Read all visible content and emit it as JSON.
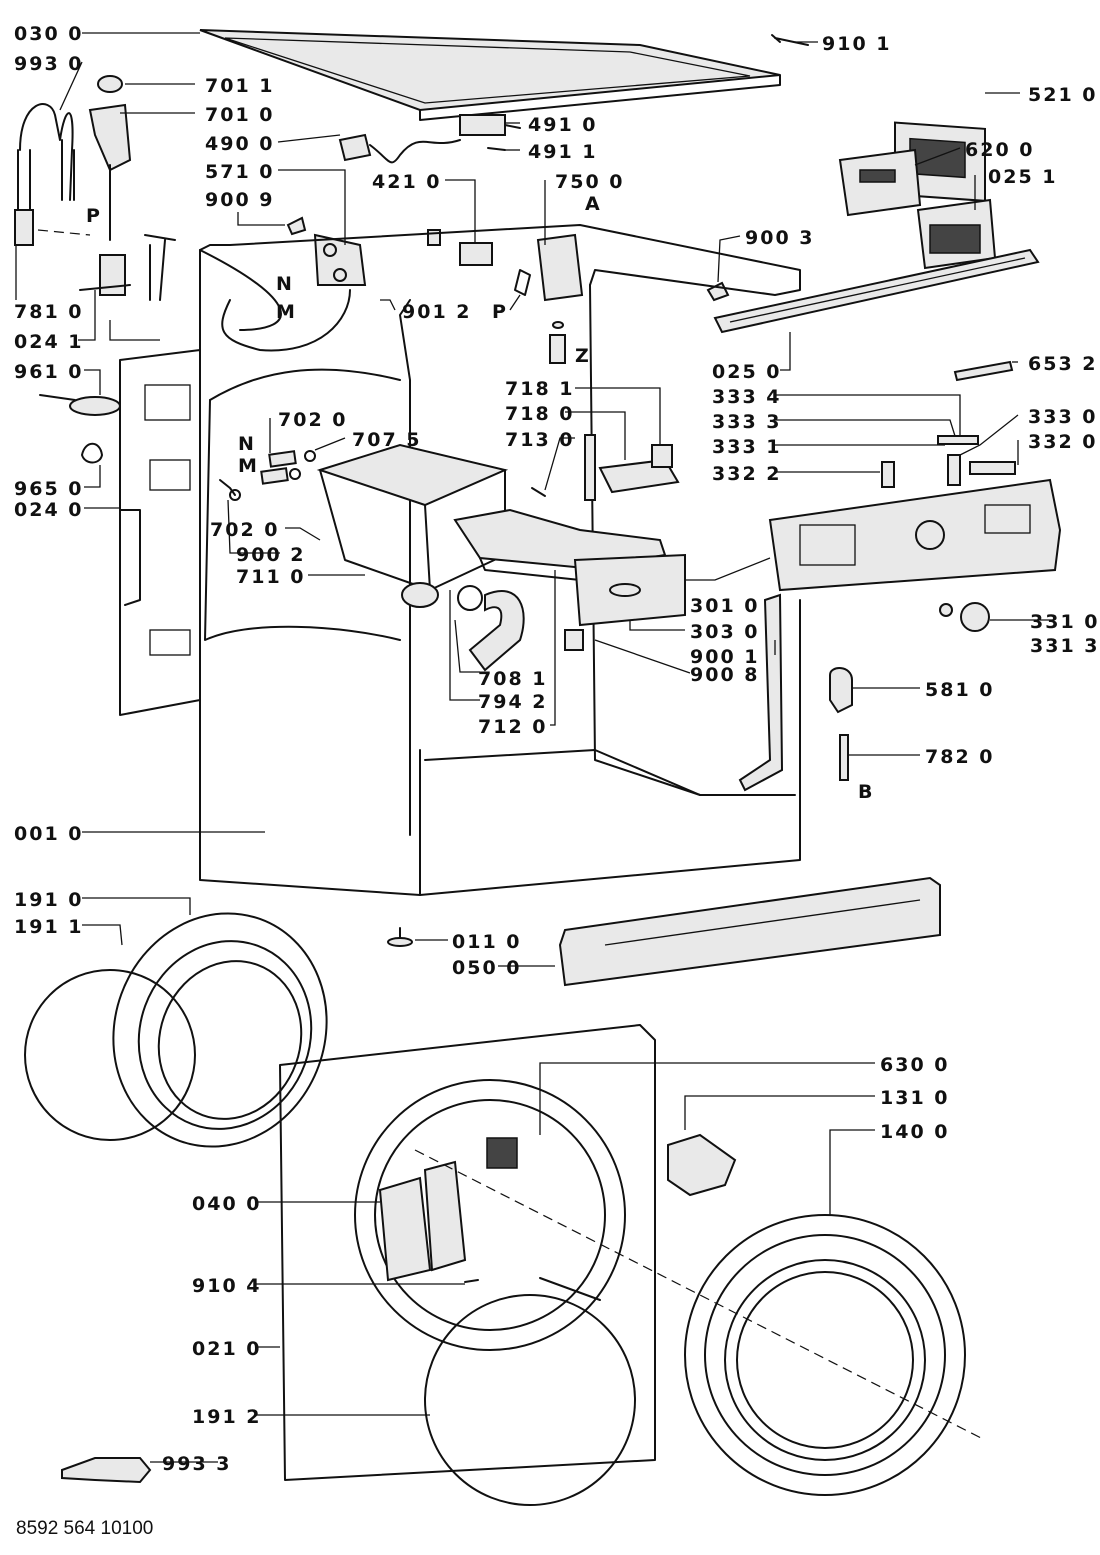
{
  "doc_code": "8592 564 10100",
  "labels": {
    "l0300": "030 0",
    "l9930": "993 0",
    "l7011": "701 1",
    "l7010": "701 0",
    "l4900": "490 0",
    "l5710": "571 0",
    "l9009": "900 9",
    "l4210": "421 0",
    "l7500": "750 0",
    "l9101": "910 1",
    "l5210": "521 0",
    "l4910": "491 0",
    "l4911": "491 1",
    "l6200": "620 0",
    "l0251": "025 1",
    "l9003": "900 3",
    "l7810": "781 0",
    "l0241": "024 1",
    "l9012": "901 2",
    "l0250": "025 0",
    "l6532": "653 2",
    "l9610": "961 0",
    "l7181": "718 1",
    "l3334": "333 4",
    "l7180": "718 0",
    "l3333": "333 3",
    "l3330": "333 0",
    "l7020a": "702 0",
    "l7075": "707 5",
    "l7130": "713 0",
    "l3331": "333 1",
    "l3320": "332 0",
    "l3322": "332 2",
    "l9650": "965 0",
    "l0240": "024 0",
    "l7020b": "702 0",
    "l9002": "900 2",
    "l7110": "711 0",
    "l3010": "301 0",
    "l3030": "303 0",
    "l9001": "900 1",
    "l9008": "900 8",
    "l3310": "331 0",
    "l3313": "331 3",
    "l7081": "708 1",
    "l7942": "794 2",
    "l7120": "712 0",
    "l5810": "581 0",
    "l7820": "782 0",
    "l0010": "001 0",
    "l1910": "191 0",
    "l1911": "191 1",
    "l0110": "011 0",
    "l0500": "050 0",
    "l6300": "630 0",
    "l1310": "131 0",
    "l1400": "140 0",
    "l0400": "040 0",
    "l9104": "910 4",
    "l0210": "021 0",
    "l1912": "191 2",
    "l9933": "993 3"
  },
  "letters": {
    "p1": "P",
    "a": "A",
    "n1": "N",
    "m1": "M",
    "p2": "P",
    "z": "Z",
    "n2": "N",
    "m2": "M",
    "b": "B"
  }
}
